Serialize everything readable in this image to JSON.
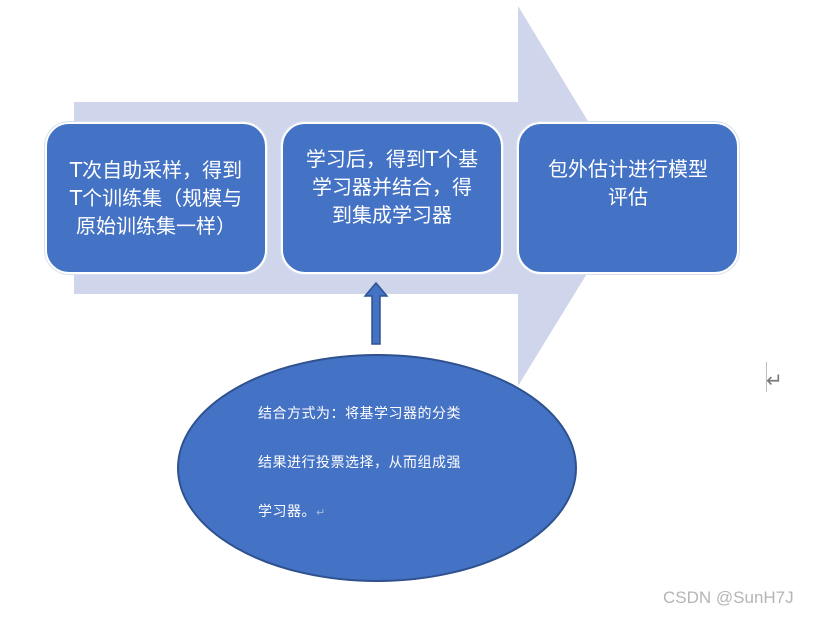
{
  "diagram": {
    "colors": {
      "background_arrow": "#cfd5ea",
      "box_fill": "#4472c4",
      "box_border": "#ffffff",
      "up_arrow_fill": "#4472c4",
      "up_arrow_stroke": "#2f528f",
      "ellipse_fill": "#4472c4",
      "ellipse_stroke": "#2f528f",
      "text": "#ffffff"
    },
    "steps": [
      {
        "lines": [
          "T次自助采样，得到",
          "T个训练集（规模与",
          "原始训练集一样）"
        ]
      },
      {
        "lines": [
          "学习后，得到T个基",
          "学习器并结合，得",
          "到集成学习器"
        ]
      },
      {
        "lines": [
          "包外估计进行模型",
          "评估"
        ]
      }
    ],
    "ellipse": {
      "lines": [
        "结合方式为：将基学习器的分类",
        "结果进行投票选择，从而组成强",
        "学习器。"
      ],
      "return_mark": "↵"
    }
  },
  "page_return_mark": "↵",
  "watermark": "CSDN @SunH7J"
}
